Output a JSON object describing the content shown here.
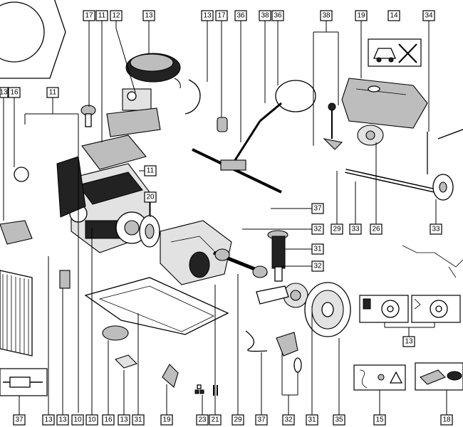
{
  "callouts": [
    "11",
    "12",
    "13",
    "13",
    "13",
    "14",
    "16",
    "17",
    "17",
    "19",
    "20",
    "21",
    "26",
    "29",
    "31",
    "32",
    "32",
    "32",
    "33",
    "33",
    "34",
    "36",
    "36",
    "37",
    "37",
    "37",
    "38",
    "38",
    "10",
    "10",
    "13",
    "13",
    "16",
    "19",
    "23",
    "21",
    "29",
    "31",
    "35",
    "15",
    "18"
  ],
  "labels": {
    "l11a": "11",
    "l11b": "11",
    "l11c": "11",
    "l12": "12",
    "l13a": "13",
    "l13b": "13",
    "l13c": "13",
    "l13d": "13",
    "l13e": "13",
    "l13f": "13",
    "l13g": "13",
    "l14": "14",
    "l15": "15",
    "l16a": "16",
    "l16b": "16",
    "l17a": "17",
    "l17b": "17",
    "l18": "18",
    "l19a": "19",
    "l19b": "19",
    "l20": "20",
    "l21": "21",
    "l23": "23",
    "l26": "26",
    "l29a": "29",
    "l29b": "29",
    "l31a": "31",
    "l31b": "31",
    "l31c": "31",
    "l32a": "32",
    "l32b": "32",
    "l32c": "32",
    "l33a": "33",
    "l33b": "33",
    "l34": "34",
    "l35": "35",
    "l36a": "36",
    "l36b": "36",
    "l37a": "37",
    "l37b": "37",
    "l37c": "37",
    "l38a": "38",
    "l38b": "38",
    "l10a": "10",
    "l10b": "10"
  },
  "icons": {
    "no_service_icon": "car-no-wrench-icon",
    "fuel_icon": "fuel-pump-icon",
    "oil_icon": "oil-can-icon",
    "schematic_icon": "wiring-schematic-icon"
  }
}
